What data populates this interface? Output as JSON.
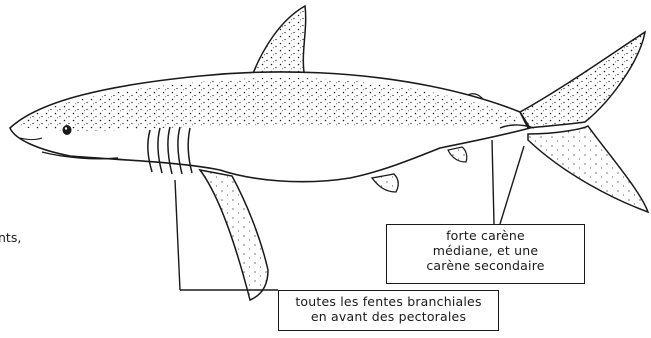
{
  "figure": {
    "subject_icon": "shark-illustration",
    "ink_color": "#1a1a1a",
    "paper_color": "#ffffff"
  },
  "edge_fragment": "nts,",
  "annotations": {
    "keels": {
      "lines": [
        "forte carène",
        "médiane, et une",
        "carène secondaire"
      ]
    },
    "gills": {
      "lines": [
        "toutes les fentes branchiales",
        "en avant des pectorales"
      ]
    }
  }
}
